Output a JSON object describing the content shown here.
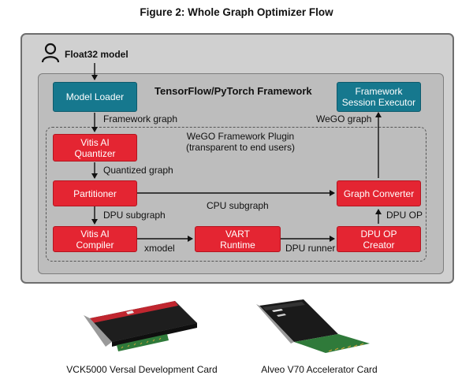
{
  "figure": {
    "title": "Figure 2: Whole Graph Optimizer Flow"
  },
  "diagram": {
    "input_label": "Float32 model",
    "framework_title": "TensorFlow/PyTorch Framework",
    "plugin_title": "WeGO Framework Plugin\n(transparent to end users)",
    "boxes": {
      "model_loader": "Model Loader",
      "session_executor": "Framework\nSession Executor",
      "quantizer": "Vitis AI\nQuantizer",
      "partitioner": "Partitioner",
      "graph_converter": "Graph Converter",
      "compiler": "Vitis AI\nCompiler",
      "vart": "VART\nRuntime",
      "dpu_op_creator": "DPU OP\nCreator"
    },
    "edges": {
      "framework_graph": "Framework graph",
      "wego_graph": "WeGO graph",
      "quantized_graph": "Quantized graph",
      "cpu_subgraph": "CPU subgraph",
      "dpu_subgraph": "DPU subgraph",
      "dpu_op": "DPU OP",
      "xmodel": "xmodel",
      "dpu_runner": "DPU runner"
    },
    "colors": {
      "teal": "#16788e",
      "red": "#e42532"
    }
  },
  "products": [
    {
      "caption": "VCK5000 Versal Development Card"
    },
    {
      "caption": "Alveo V70 Accelerator Card"
    }
  ]
}
